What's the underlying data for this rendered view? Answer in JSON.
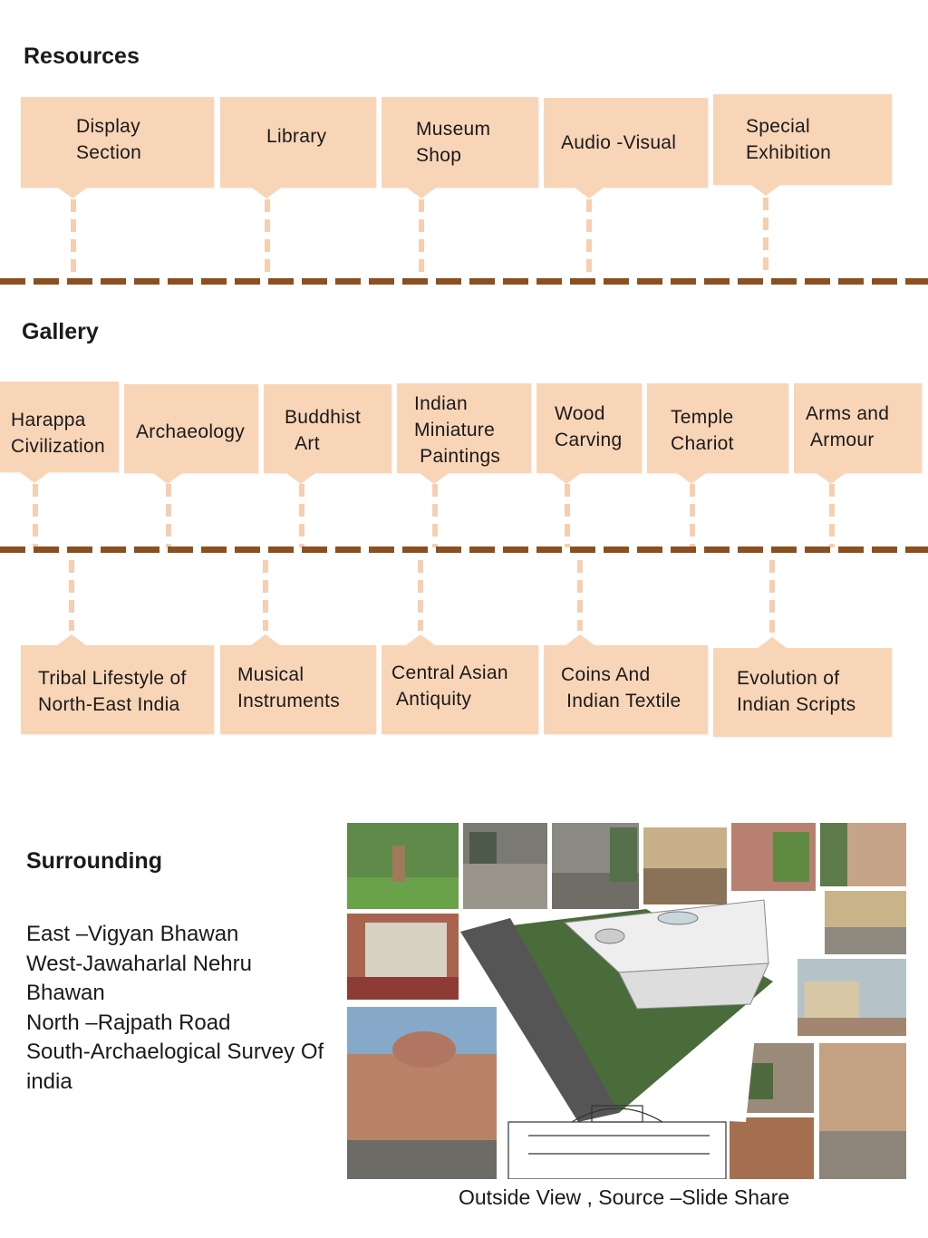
{
  "resources": {
    "heading": "Resources",
    "items": [
      {
        "label": "Display\nSection"
      },
      {
        "label": "Library"
      },
      {
        "label": "Museum\nShop"
      },
      {
        "label": "Audio -Visual"
      },
      {
        "label": "Special\nExhibition"
      }
    ]
  },
  "gallery": {
    "heading": "Gallery",
    "top_items": [
      {
        "label": "Harappa\nCivilization"
      },
      {
        "label": "Archaeology"
      },
      {
        "label": "Buddhist\n  Art"
      },
      {
        "label": "Indian\nMiniature\n Paintings"
      },
      {
        "label": "Wood\nCarving"
      },
      {
        "label": "Temple\nChariot"
      },
      {
        "label": "Arms and\n Armour"
      }
    ],
    "bottom_items": [
      {
        "label": "Tribal Lifestyle of\nNorth-East India"
      },
      {
        "label": "Musical\nInstruments"
      },
      {
        "label": "Central Asian\n Antiquity"
      },
      {
        "label": "Coins And\n Indian Textile"
      },
      {
        "label": "Evolution of\nIndian Scripts"
      }
    ]
  },
  "surrounding": {
    "heading": "Surrounding",
    "lines": [
      "East –Vigyan Bhawan",
      "West-Jawaharlal Nehru",
      "Bhawan",
      "North –Rajpath Road",
      "South-Archaelogical Survey Of",
      "india"
    ]
  },
  "photo_caption": "Outside View , Source –Slide Share",
  "colors": {
    "box_fill": "#f9d5b7",
    "dashed_divider": "#8b5020",
    "connector": "#f6cfb0"
  }
}
